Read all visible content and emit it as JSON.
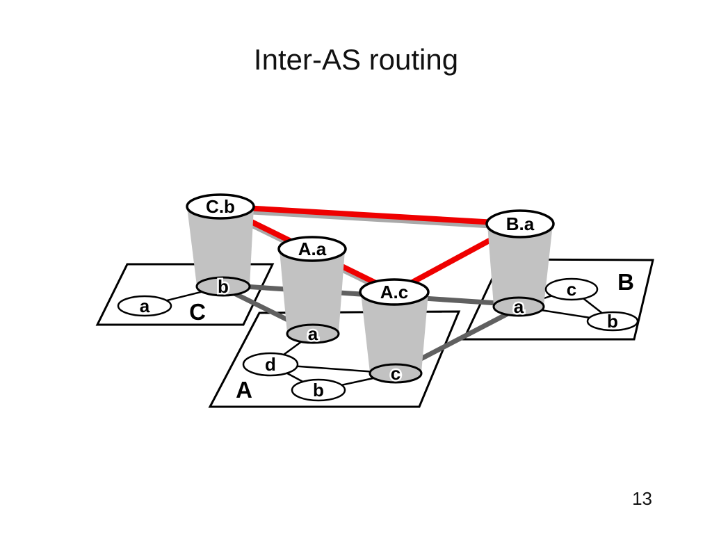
{
  "slide": {
    "title": "Inter-AS routing",
    "page_number": "13"
  },
  "diagram": {
    "routers": {
      "cb": {
        "label": "C.b",
        "foot_label": "b"
      },
      "aa": {
        "label": "A.a",
        "foot_label": "a"
      },
      "ac": {
        "label": "A.c",
        "foot_label": "c"
      },
      "ba": {
        "label": "B.a",
        "foot_label": "a"
      }
    },
    "as_planes": {
      "c": {
        "label": "C",
        "nodes": {
          "a": "a",
          "b": "b"
        }
      },
      "a": {
        "label": "A",
        "nodes": {
          "a": "a",
          "b": "b",
          "c": "c",
          "d": "d"
        }
      },
      "b": {
        "label": "B",
        "nodes": {
          "a": "a",
          "b": "b",
          "c": "c"
        }
      }
    },
    "intra_as_edges": {
      "c": [
        "a-b"
      ],
      "a": [
        "a-d",
        "d-b",
        "d-c",
        "b-c"
      ],
      "b": [
        "a-c",
        "c-b",
        "a-b"
      ]
    },
    "inter_as_links": {
      "red_sessions": [
        "C.b-B.a",
        "C.b-A.c",
        "A.c-B.a"
      ],
      "gray_physical": [
        "C.b-B.a",
        "C.b-A.a",
        "B.a-A.c"
      ]
    },
    "colors": {
      "session_red": "#EF0000",
      "physical_gray": "#606060",
      "cylinder_fill": "#C2C2C2",
      "shadow_gray": "#A9A9A9",
      "outline_black": "#000000"
    }
  }
}
